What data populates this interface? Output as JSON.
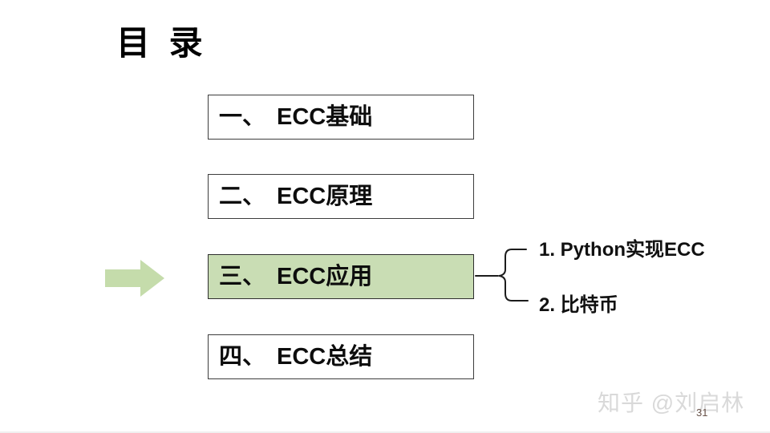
{
  "slide": {
    "title": "目 录",
    "watermark": "知乎 @刘启林",
    "page_number": "31"
  },
  "toc": {
    "items": [
      {
        "prefix": "一、",
        "label": "ECC基础",
        "active": false
      },
      {
        "prefix": "二、",
        "label": "ECC原理",
        "active": false
      },
      {
        "prefix": "三、",
        "label": "ECC应用",
        "active": true
      },
      {
        "prefix": "四、",
        "label": "ECC总结",
        "active": false
      }
    ],
    "active_item_children": [
      {
        "label": "1. Python实现ECC"
      },
      {
        "label": "2. 比特币"
      }
    ]
  },
  "icons": {
    "arrow": "right-arrow-icon",
    "brace": "left-curly-brace-icon"
  },
  "colors": {
    "highlight_green": "#c9ddb4",
    "arrow_green": "#c5dcab",
    "box_border": "#3d3d3d",
    "brace_stroke": "#1c1c1c",
    "text_black": "#0d0d0d",
    "watermark_gray": "#d9d9d9",
    "page_number_brown": "#6a544b"
  }
}
